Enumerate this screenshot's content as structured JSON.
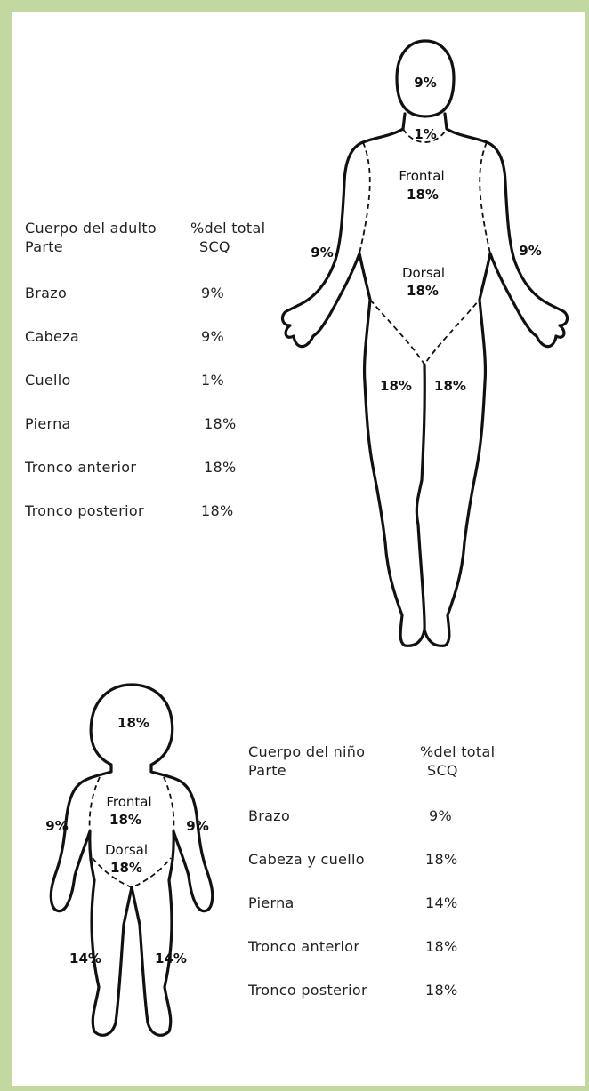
{
  "colors": {
    "frame": "#c3d8a0",
    "ink": "#111111"
  },
  "adult": {
    "header": {
      "part_line1": "Cuerpo del adulto",
      "part_line2": "Parte",
      "pct_line1": "%del total",
      "pct_line2": "SCQ"
    },
    "rows": [
      {
        "part": "Brazo",
        "pct": "9%"
      },
      {
        "part": "Cabeza",
        "pct": "9%"
      },
      {
        "part": "Cuello",
        "pct": "1%"
      },
      {
        "part": "Pierna",
        "pct": "18%"
      },
      {
        "part": "Tronco anterior",
        "pct": "18%"
      },
      {
        "part": "Tronco posterior",
        "pct": "18%"
      }
    ],
    "figure": {
      "head": "9%",
      "neck": "1%",
      "front_label": "Frontal",
      "front_pct": "18%",
      "back_label": "Dorsal",
      "back_pct": "18%",
      "arm_left": "9%",
      "arm_right": "9%",
      "leg_left": "18%",
      "leg_right": "18%"
    }
  },
  "child": {
    "header": {
      "part_line1": "Cuerpo del niño",
      "part_line2": "Parte",
      "pct_line1": "%del total",
      "pct_line2": "SCQ"
    },
    "rows": [
      {
        "part": "Brazo",
        "pct": "9%"
      },
      {
        "part": "Cabeza y cuello",
        "pct": "18%"
      },
      {
        "part": "Pierna",
        "pct": "14%"
      },
      {
        "part": "Tronco anterior",
        "pct": "18%"
      },
      {
        "part": "Tronco posterior",
        "pct": "18%"
      }
    ],
    "figure": {
      "head": "18%",
      "front_label": "Frontal",
      "front_pct": "18%",
      "back_label": "Dorsal",
      "back_pct": "18%",
      "arm_left": "9%",
      "arm_right": "9%",
      "leg_left": "14%",
      "leg_right": "14%"
    }
  }
}
